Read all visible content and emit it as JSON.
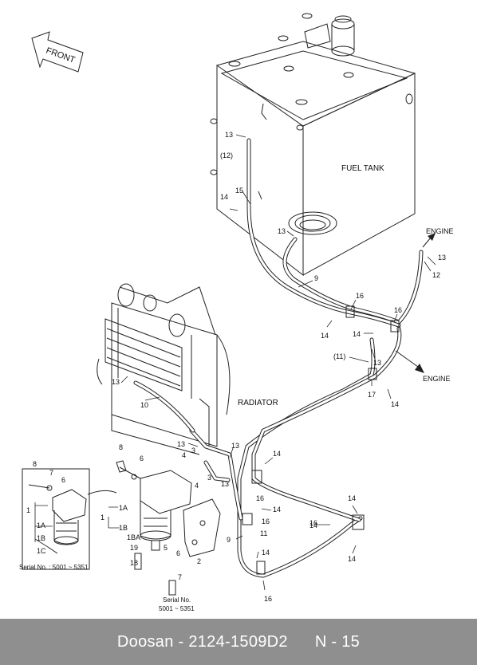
{
  "footer": {
    "brand_code": "Doosan - 2124-1509D2",
    "page": "N - 15"
  },
  "labels": {
    "front": "FRONT",
    "fuel_tank": "FUEL TANK",
    "radiator": "RADIATOR",
    "engine_top": "ENGINE",
    "engine_mid": "ENGINE",
    "serial_left": "Serial No. : 5001 ~ 5351",
    "serial_bottom_1": "Serial No.",
    "serial_bottom_2": "5001 ~ 5351"
  },
  "callouts": {
    "c13a": "13",
    "c12p": "(12)",
    "c15": "15",
    "c14a": "14",
    "c13b": "13",
    "c9a": "9",
    "c13c": "13",
    "c12": "12",
    "c16a": "16",
    "c16b": "16",
    "c14b": "14",
    "c14c": "14",
    "c11p": "(11)",
    "c13d": "13",
    "c17": "17",
    "c14d": "14",
    "c13e": "13",
    "c10": "10",
    "c13f": "13",
    "c13g": "13",
    "c14e": "14",
    "c8a": "8",
    "c6a": "6",
    "c4a": "4",
    "c3a": "3",
    "c4b": "4",
    "c3b": "3",
    "c13h": "13",
    "c14f": "14",
    "c16c": "16",
    "c14g": "14",
    "c16d": "16",
    "c11": "11",
    "c14h": "14",
    "c16e": "16",
    "c14i": "14",
    "c9b": "9",
    "c14j": "14",
    "c16f": "16",
    "c1A": "1A",
    "c1": "1",
    "c1B": "1B",
    "c1BA": "1BA",
    "c19": "19",
    "c18": "18",
    "c5": "5",
    "c6b": "6",
    "c2": "2",
    "c7b": "7",
    "i8": "8",
    "i7": "7",
    "i6": "6",
    "i1": "1",
    "i1A": "1A",
    "i1B": "1B",
    "i1C": "1C"
  }
}
